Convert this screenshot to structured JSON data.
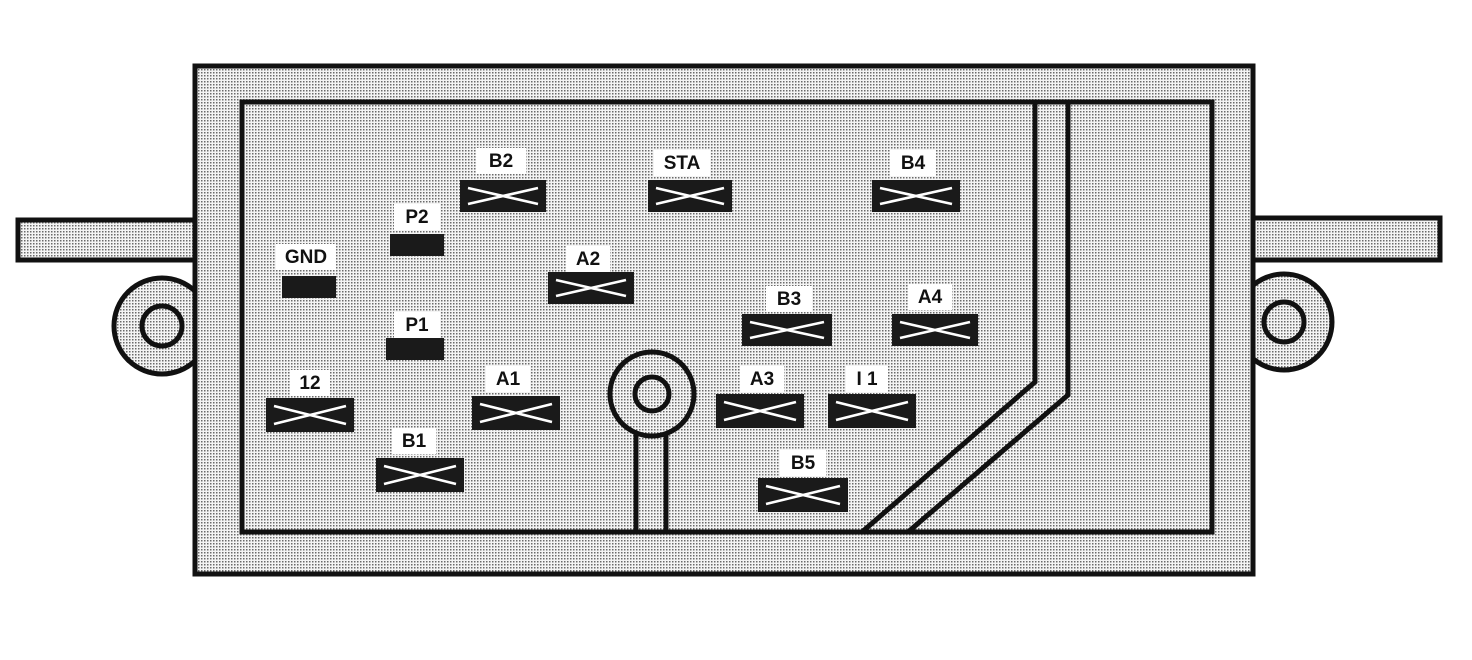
{
  "diagram": {
    "terminals": {
      "B2": "B2",
      "STA": "STA",
      "B4": "B4",
      "P2": "P2",
      "GND": "GND",
      "A2": "A2",
      "B3": "B3",
      "A4": "A4",
      "P1": "P1",
      "12": "12",
      "A1": "A1",
      "A3": "A3",
      "I1": "I 1",
      "B1": "B1",
      "B5": "B5"
    },
    "colors": {
      "outline": "#111111",
      "dot_fill": "#d8d8d8",
      "terminal": "#1a1a1a"
    }
  }
}
